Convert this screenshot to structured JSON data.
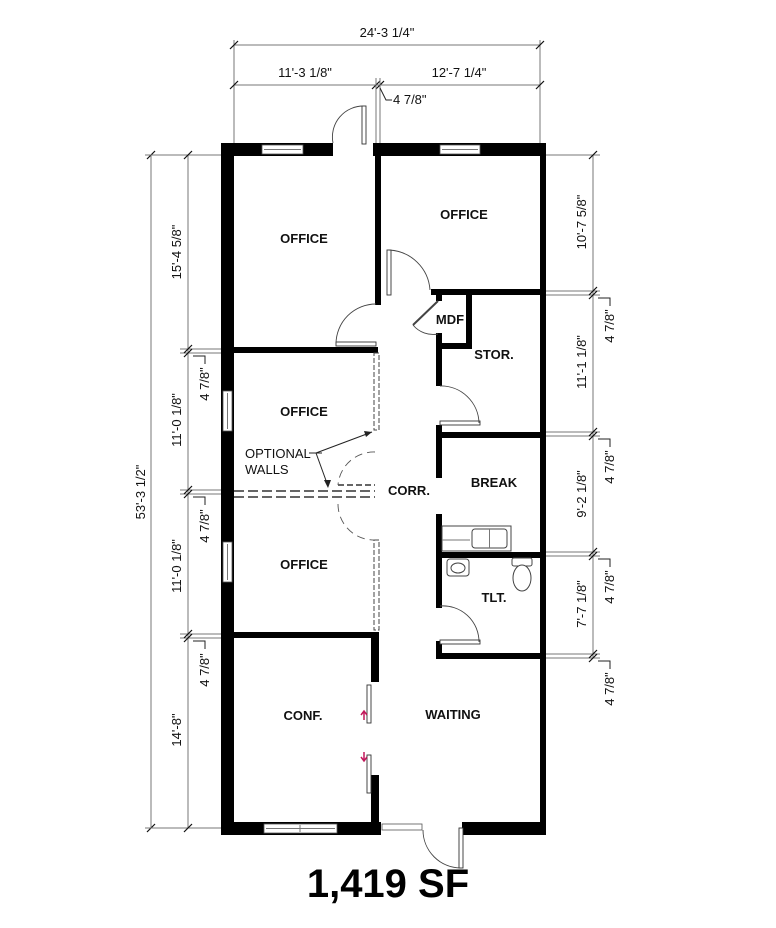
{
  "plan": {
    "total_area": "1,419 SF",
    "rooms": [
      {
        "id": "office-nw",
        "label": "OFFICE"
      },
      {
        "id": "office-ne",
        "label": "OFFICE"
      },
      {
        "id": "mdf",
        "label": "MDF"
      },
      {
        "id": "storage",
        "label": "STOR."
      },
      {
        "id": "office-w-mid",
        "label": "OFFICE"
      },
      {
        "id": "corridor",
        "label": "CORR."
      },
      {
        "id": "break",
        "label": "BREAK"
      },
      {
        "id": "office-w-lower",
        "label": "OFFICE"
      },
      {
        "id": "toilet",
        "label": "TLT."
      },
      {
        "id": "conference",
        "label": "CONF."
      },
      {
        "id": "waiting",
        "label": "WAITING"
      }
    ],
    "annotations": {
      "optional_walls_line1": "OPTIONAL",
      "optional_walls_line2": "WALLS"
    },
    "dimensions": {
      "top_overall": "24'-3 1/4\"",
      "top_left": "11'-3 1/8\"",
      "top_right": "12'-7 1/4\"",
      "top_wall": "4 7/8\"",
      "left_overall": "53'-3 1/2\"",
      "left_segments": [
        "15'-4 5/8\"",
        "11'-0 1/8\"",
        "11'-0 1/8\"",
        "14'-8\""
      ],
      "left_walls": [
        "4 7/8\"",
        "4 7/8\"",
        "4 7/8\""
      ],
      "right_segments": [
        "10'-7 5/8\"",
        "11'-1 1/8\"",
        "9'-2 1/8\"",
        "7'-7 1/8\""
      ],
      "right_walls": [
        "4 7/8\"",
        "4 7/8\"",
        "4 7/8\"",
        "4 7/8\""
      ]
    },
    "colors": {
      "wall": "#000000",
      "dimension_line": "#777777",
      "door_arrow": "#c2185b"
    }
  }
}
